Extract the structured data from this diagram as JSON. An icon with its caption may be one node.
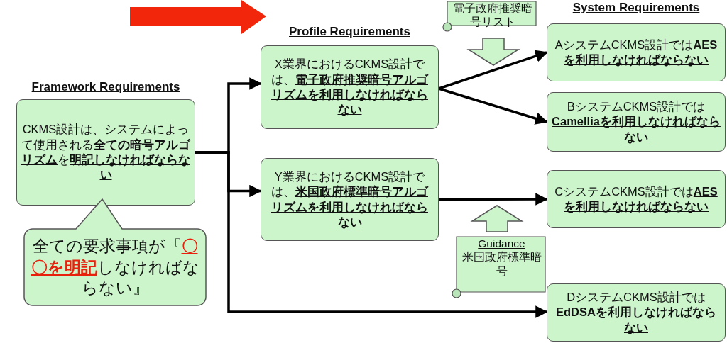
{
  "diagram": {
    "nodes": [
      {
        "text": [
          "Framework Requirements",
          "CKMS設計は、システムによって使用される**全ての暗号アルゴリズム**を**明記しなければならない**"
        ]
      },
      {
        "text": [
          "全ての要求事項が『**〇〇を明記**しなければならない』"
        ]
      },
      {
        "text": [
          "Profile Requirements",
          "X業界におけるCKMS設計では、**電子政府推奨暗号アルゴリズムを利用しなければならない**"
        ]
      },
      {
        "text": [
          "Y業界におけるCKMS設計では、**米国政府標準暗号アルゴリズムを利用しなければならない**"
        ]
      },
      {
        "text": [
          "電子政府推奨暗号リスト"
        ]
      },
      {
        "text": [
          "Guidance",
          "米国政府標準暗号"
        ]
      },
      {
        "text": [
          "System Requirements",
          "AシステムCKMS設計では**AESを利用しなければならない**"
        ]
      },
      {
        "text": [
          "BシステムCKMS設計では**Camelliaを利用しなければならない**"
        ]
      },
      {
        "text": [
          "CシステムCKMS設計では**AESを利用しなければならない**"
        ]
      },
      {
        "text": [
          "DシステムCKMS設計では**EdDSAを利用しなければならない**"
        ]
      }
    ],
    "edges": [
      {
        "from": 0,
        "to": 2,
        "arrow": "to"
      },
      {
        "from": 0,
        "to": 3,
        "arrow": "to"
      },
      {
        "from": 0,
        "to": 9,
        "arrow": "to"
      },
      {
        "from": 2,
        "to": 6,
        "arrow": "to"
      },
      {
        "from": 2,
        "to": 7,
        "arrow": "to"
      },
      {
        "from": 3,
        "to": 8,
        "arrow": "to"
      },
      {
        "from": 4,
        "to": null,
        "arrow": "to",
        "style": "thick"
      },
      {
        "from": 5,
        "to": null,
        "arrow": "to",
        "style": "thick"
      }
    ]
  }
}
